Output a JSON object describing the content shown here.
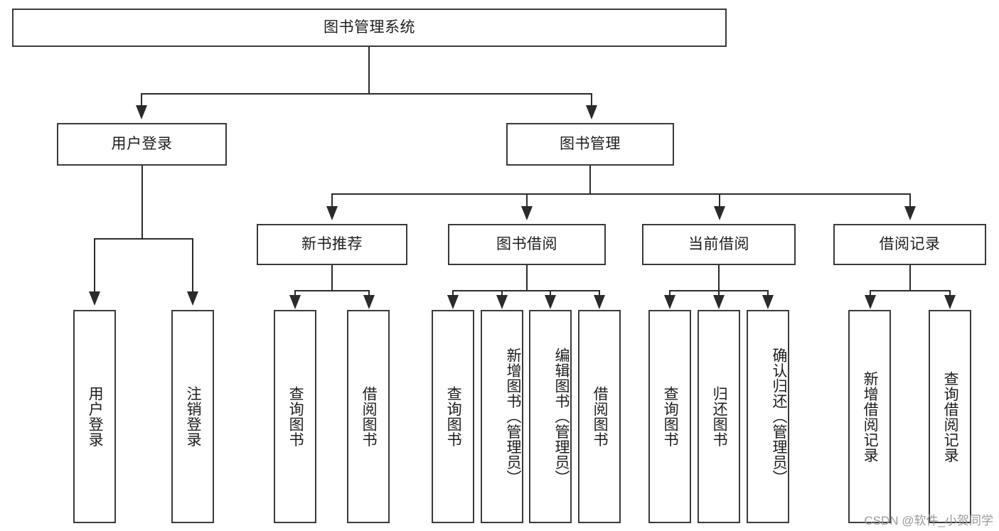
{
  "diagram": {
    "type": "tree",
    "title": "图书管理系统",
    "root": {
      "label": "图书管理系统"
    },
    "level2": [
      {
        "id": "user-login",
        "label": "用户登录"
      },
      {
        "id": "book-manage",
        "label": "图书管理"
      }
    ],
    "level3": [
      {
        "id": "new-book-recommend",
        "label": "新书推荐"
      },
      {
        "id": "book-borrow",
        "label": "图书借阅"
      },
      {
        "id": "current-borrow",
        "label": "当前借阅"
      },
      {
        "id": "borrow-record",
        "label": "借阅记录"
      }
    ],
    "leaves": {
      "user_login": [
        {
          "id": "leaf-user-login",
          "label": "用户登录"
        },
        {
          "id": "leaf-user-logout",
          "label": "注销登录"
        }
      ],
      "new_book_recommend": [
        {
          "id": "leaf-query-book-1",
          "label": "查询图书"
        },
        {
          "id": "leaf-borrow-book-1",
          "label": "借阅图书"
        }
      ],
      "book_borrow": [
        {
          "id": "leaf-query-book-2",
          "label": "查询图书"
        },
        {
          "id": "leaf-add-book",
          "label": "新增图书（管理员）"
        },
        {
          "id": "leaf-edit-book",
          "label": "编辑图书（管理员）"
        },
        {
          "id": "leaf-borrow-book-2",
          "label": "借阅图书"
        }
      ],
      "current_borrow": [
        {
          "id": "leaf-query-book-3",
          "label": "查询图书"
        },
        {
          "id": "leaf-return-book",
          "label": "归还图书"
        },
        {
          "id": "leaf-confirm-return",
          "label": "确认归还（管理员）"
        }
      ],
      "borrow_record": [
        {
          "id": "leaf-add-record",
          "label": "新增借阅记录"
        },
        {
          "id": "leaf-query-record",
          "label": "查询借阅记录"
        }
      ]
    },
    "colors": {
      "box_border": "#3a3a3a",
      "line": "#2b2b2b",
      "background": "#ffffff",
      "text": "#1d1d1d",
      "watermark": "#9a9a9a"
    }
  },
  "watermark": {
    "text": "CSDN @软件_小贺同学"
  }
}
